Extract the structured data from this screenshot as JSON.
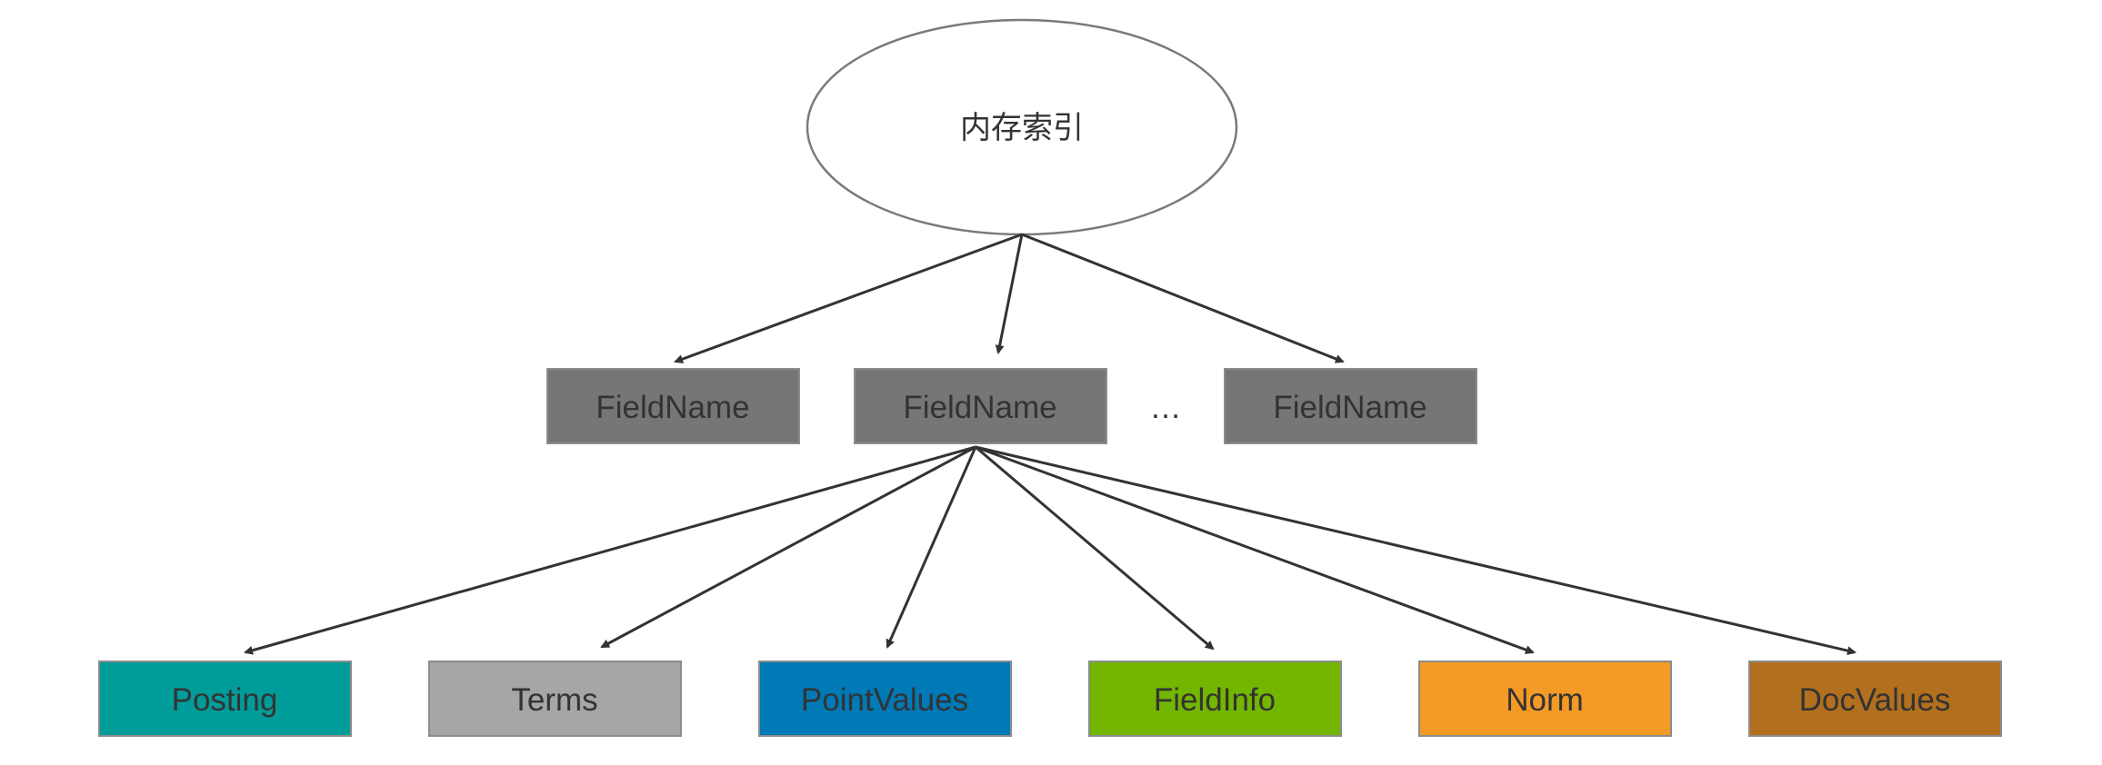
{
  "root": {
    "label": "内存索引"
  },
  "fields": {
    "items": [
      {
        "label": "FieldName"
      },
      {
        "label": "FieldName"
      },
      {
        "label": "FieldName"
      }
    ],
    "ellipsis": "…"
  },
  "components": {
    "items": [
      {
        "label": "Posting",
        "color": "#009c99"
      },
      {
        "label": "Terms",
        "color": "#a6a6a6"
      },
      {
        "label": "PointValues",
        "color": "#0079b7"
      },
      {
        "label": "FieldInfo",
        "color": "#72b600"
      },
      {
        "label": "Norm",
        "color": "#f49a26"
      },
      {
        "label": "DocValues",
        "color": "#b26f1e"
      }
    ]
  },
  "colors": {
    "field_box": "#767676",
    "border": "#8c8c8c",
    "arrow": "#333333",
    "root_border": "#7a7a7a"
  }
}
